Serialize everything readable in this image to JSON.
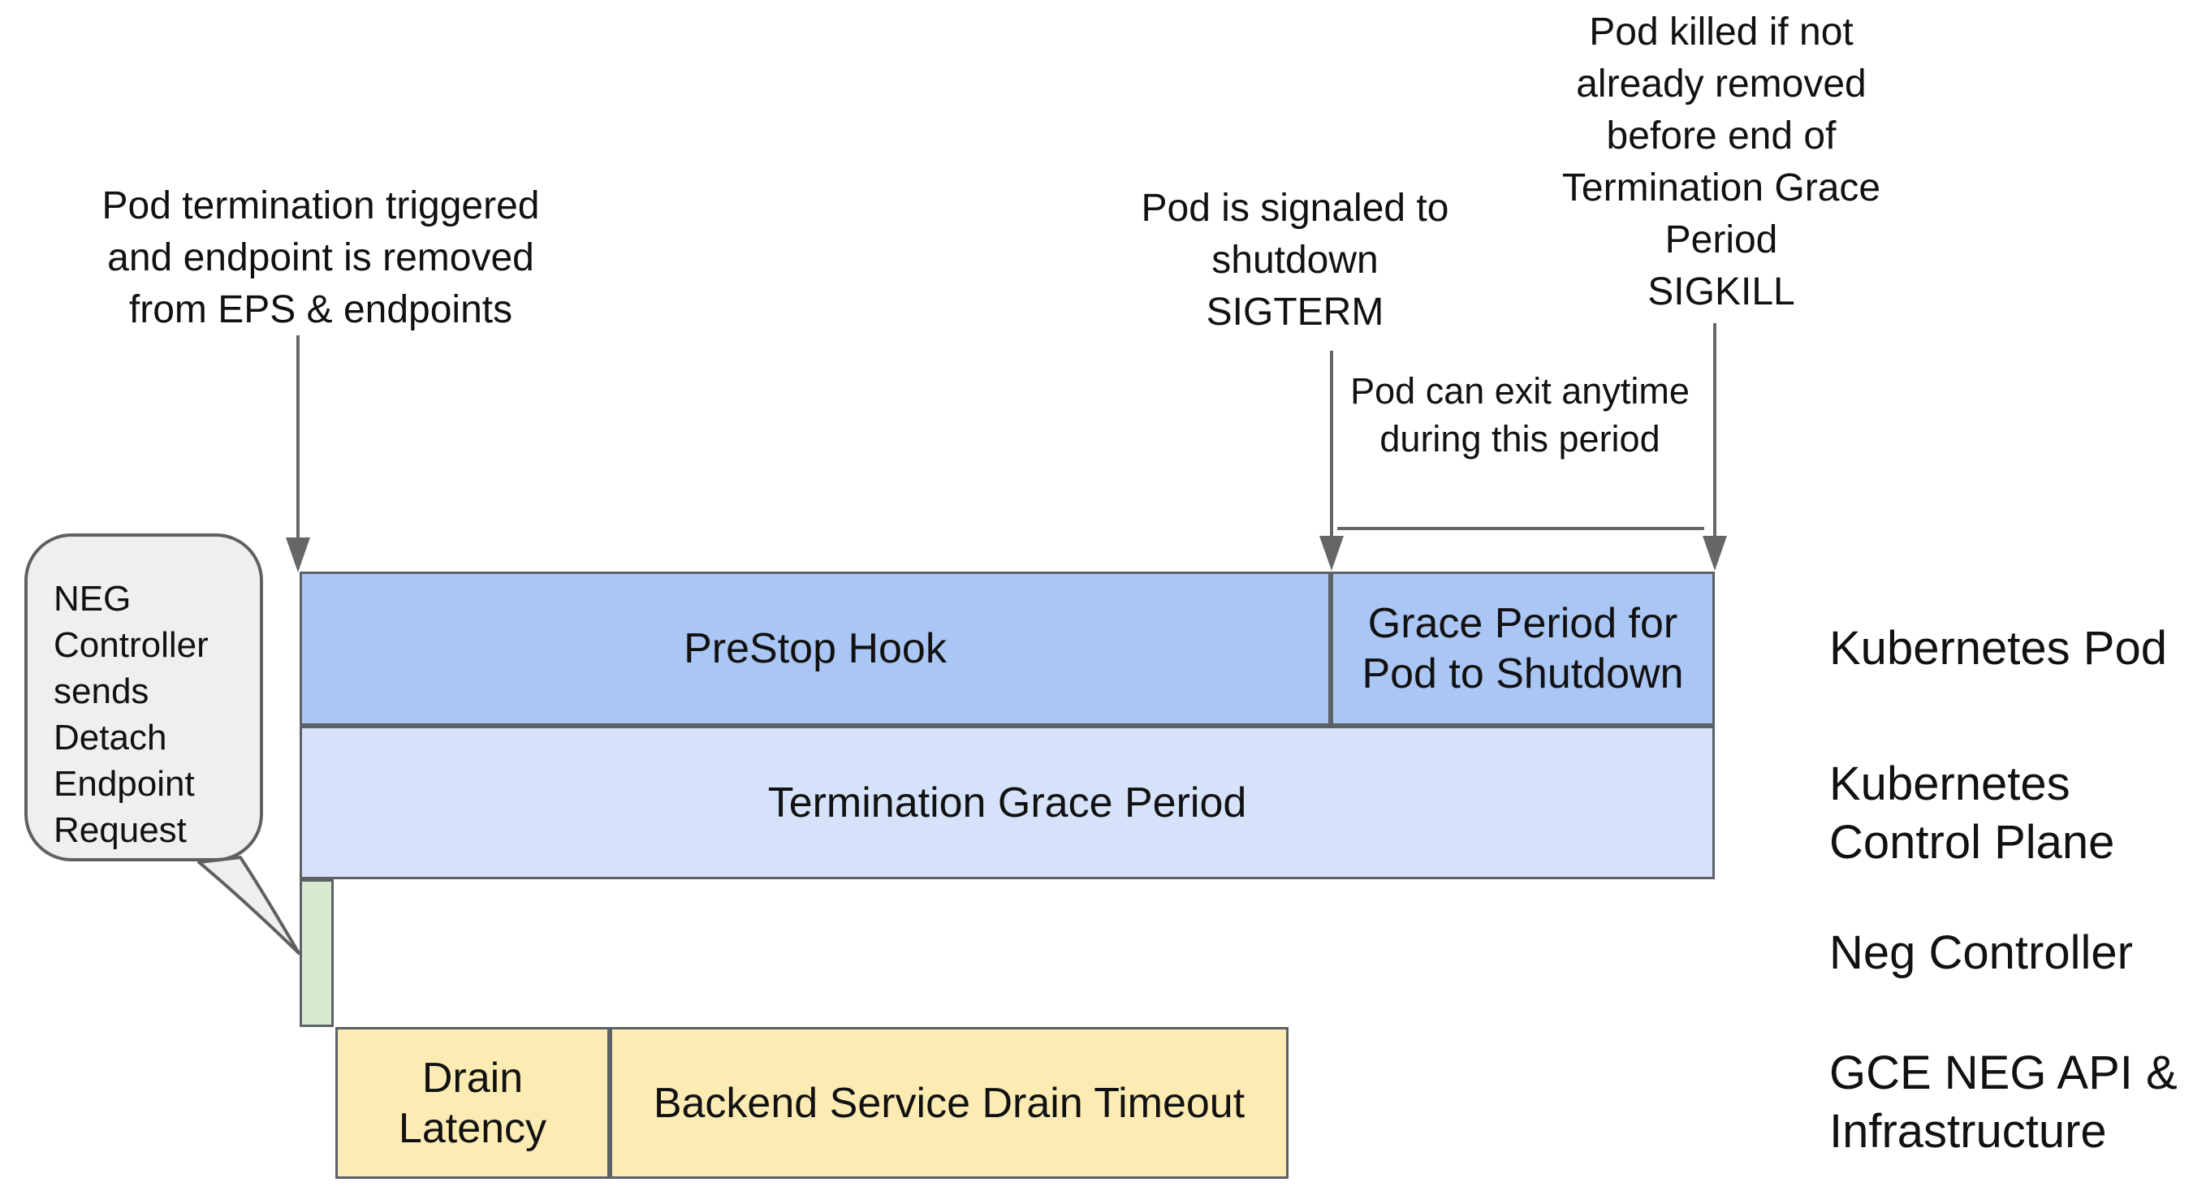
{
  "colors": {
    "medium_blue": "#aac6f4",
    "light_blue": "#d5e2f9",
    "green": "#d9ead3",
    "yellow": "#fcecb3",
    "bubble_gray": "#efefef",
    "border_gray": "#5c6166",
    "line_gray": "#666666"
  },
  "annotations": {
    "pod_termination": {
      "lines": [
        "Pod termination triggered",
        "and endpoint is removed",
        "from EPS & endpoints"
      ]
    },
    "sigterm": {
      "lines": [
        "Pod is signaled to",
        "shutdown",
        "SIGTERM"
      ]
    },
    "sigkill": {
      "lines": [
        "Pod killed if not",
        "already removed",
        "before end of",
        "Termination Grace",
        "Period",
        "SIGKILL"
      ]
    },
    "exit_anytime": {
      "lines": [
        "Pod can exit anytime",
        "during this period"
      ]
    }
  },
  "bubble": {
    "lines": [
      "NEG",
      "Controller",
      "sends",
      "Detach",
      "Endpoint",
      "Request"
    ]
  },
  "bars": {
    "prestop": {
      "label": "PreStop Hook"
    },
    "grace": {
      "lines": [
        "Grace Period for",
        "Pod to Shutdown"
      ]
    },
    "termination": {
      "label": "Termination Grace Period"
    },
    "drain_latency": {
      "lines": [
        "Drain",
        "Latency"
      ]
    },
    "backend_drain": {
      "label": "Backend Service Drain Timeout"
    }
  },
  "row_labels": {
    "kubernetes_pod": {
      "lines": [
        "Kubernetes Pod"
      ]
    },
    "control_plane": {
      "lines": [
        "Kubernetes",
        "Control Plane"
      ]
    },
    "neg_controller": {
      "lines": [
        "Neg Controller"
      ]
    },
    "gce_neg": {
      "lines": [
        "GCE NEG API &",
        "Infrastructure"
      ]
    }
  }
}
